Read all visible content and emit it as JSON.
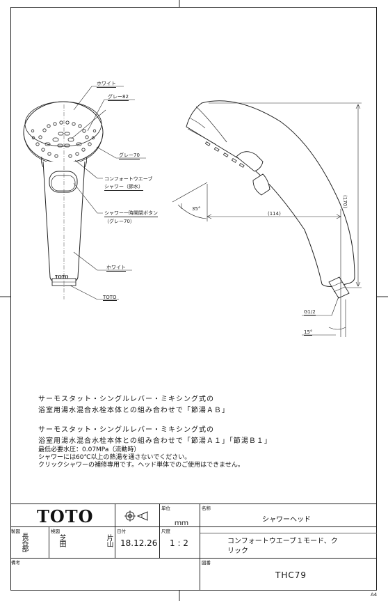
{
  "labels": {
    "white_top": "ホワイト",
    "gray82": "グレー82",
    "gray70": "グレー70",
    "comfort_wave_1": "コンフォートウエーブ",
    "comfort_wave_2": "シャワー（節水）",
    "stop_button_1": "シャワー一時開閉ボタン",
    "stop_button_2": "（グレー70）",
    "white_bottom": "ホワイト",
    "toto_mark": "TOTO",
    "handle_logo": "TOTO",
    "angle_35": "35°",
    "len_114": "(114)",
    "len_170": "(170)",
    "thread": "G1/2",
    "angle_15": "15°"
  },
  "notes": {
    "n1_line1": "サーモスタット・シングルレバー・ミキシング式の",
    "n1_line2": "浴室用湯水混合水栓本体との組み合わせで「節湯ＡＢ」",
    "n2_line1": "サーモスタット・シングルレバー・ミキシング式の",
    "n2_line2": "浴室用湯水混合水栓本体との組み合わせで「節湯Ａ１」「節湯Ｂ１」",
    "s1": "最低必要水圧：0.07MPa（流動時）",
    "s2": "シャワーには60℃以上の熱湯を通さないでください。",
    "s3": "クリックシャワーの補修専用です。ヘッド単体でのご使用はできません。"
  },
  "title_block": {
    "logo": "TOTO",
    "unit_title": "単位",
    "unit": "ｍｍ",
    "name_title": "名称",
    "name": "シャワーヘッド",
    "drawn_title": "製図",
    "drawn_by": "長谷部",
    "checked_title": "検図",
    "checked_by_1": "芝田",
    "checked_by_2": "片山",
    "date_title": "日付",
    "date": "18.12.26",
    "scale_title": "尺度",
    "scale": "1 : 2",
    "subname_1": "コンフォートウエーブ１モード、ク",
    "subname_2": "リック",
    "remarks_title": "備考",
    "number_title": "図番",
    "number": "THC79",
    "sheet_size": "A4"
  }
}
